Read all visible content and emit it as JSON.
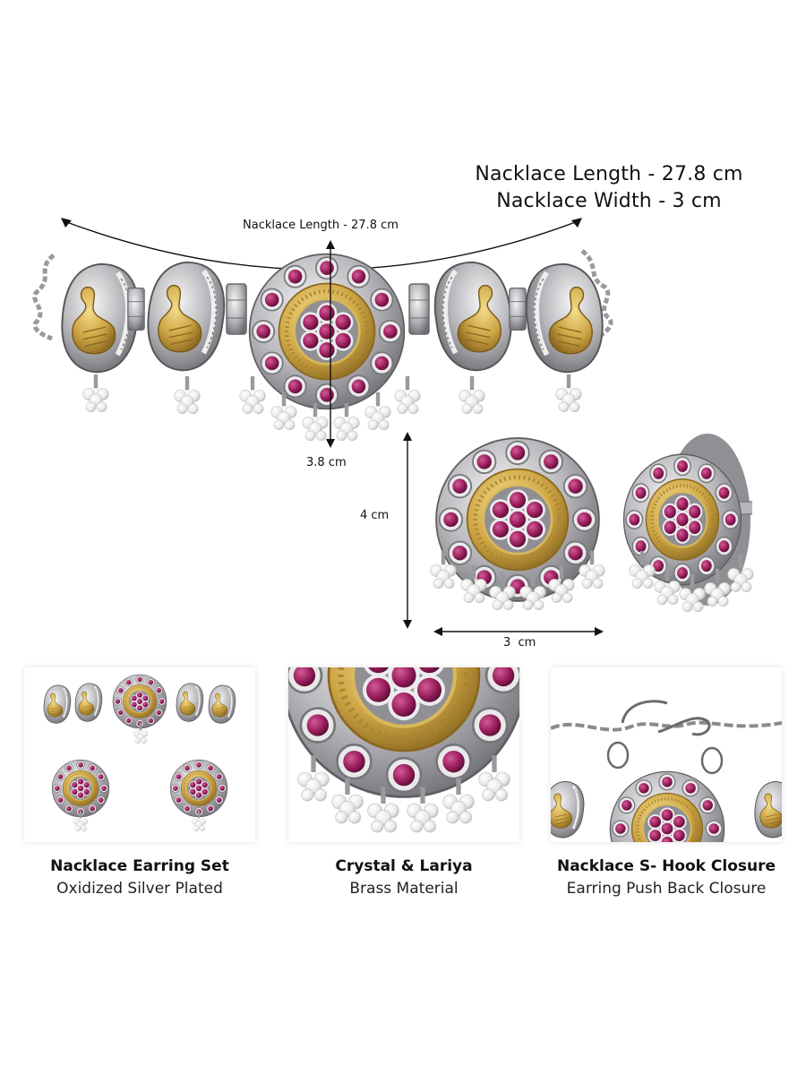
{
  "header": {
    "length_spec": "Nacklace Length - 27.8 cm",
    "width_spec": "Nacklace Width - 3 cm"
  },
  "necklace": {
    "arc_label": "Nacklace Length - 27.8 cm",
    "height_label": "3.8 cm",
    "motifs": [
      "swan-pendant",
      "swan-pendant",
      "round-ruby-medallion",
      "swan-pendant",
      "swan-pendant"
    ]
  },
  "earrings": {
    "height_label": "4 cm",
    "width_label": "3  cm",
    "count": 2
  },
  "features": [
    {
      "title": "Nacklace Earring Set",
      "subtitle": "Oxidized Silver Plated",
      "image": "necklace-earring-set-thumbnail"
    },
    {
      "title": "Crystal & Lariya",
      "subtitle": "Brass Material",
      "image": "medallion-closeup-thumbnail"
    },
    {
      "title": "Nacklace S- Hook Closure",
      "subtitle": "Earring Push Back Closure",
      "image": "s-hook-closure-thumbnail"
    }
  ],
  "colors": {
    "background": "#ffffff",
    "silver": "#c9c9cc",
    "silver_dark": "#6e6e72",
    "gold": "#c9a34a",
    "ruby": "#9b1f5e",
    "pearl": "#f2f2f0",
    "text": "#111111"
  }
}
